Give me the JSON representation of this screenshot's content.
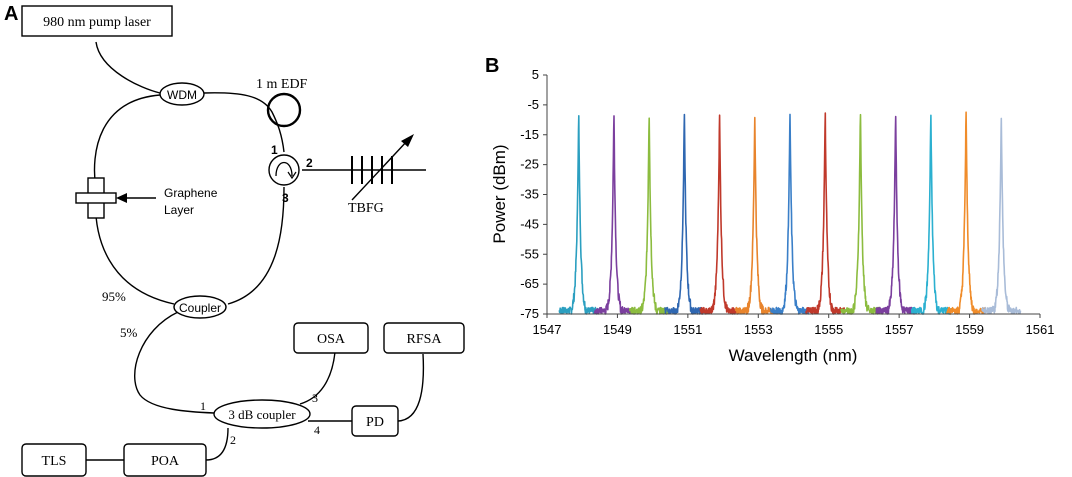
{
  "panel_a": {
    "panel_label": "A",
    "pump_laser": "980 nm pump laser",
    "wdm": "WDM",
    "edf": "1 m EDF",
    "graphene_line1": "Graphene",
    "graphene_line2": "Layer",
    "circulator_port1": "1",
    "circulator_port2": "2",
    "circulator_port3": "3",
    "tbfg": "TBFG",
    "coupler": "Coupler",
    "ratio_95": "95%",
    "ratio_5": "5%",
    "osa": "OSA",
    "rfsa": "RFSA",
    "three_db_coupler": "3 dB coupler",
    "coupler_port1": "1",
    "coupler_port2": "2",
    "coupler_port3": "3",
    "coupler_port4": "4",
    "pd": "PD",
    "tls": "TLS",
    "poa": "POA"
  },
  "panel_b": {
    "panel_label": "B"
  },
  "chart_data": {
    "type": "line",
    "title": "",
    "xlabel": "Wavelength (nm)",
    "ylabel": "Power  (dBm)",
    "xlim": [
      1547,
      1561
    ],
    "ylim": [
      -75,
      5
    ],
    "xticks": [
      "1547",
      "1549",
      "1551",
      "1553",
      "1555",
      "1557",
      "1559",
      "1561"
    ],
    "yticks": [
      "5",
      "-5",
      "-15",
      "-25",
      "-35",
      "-45",
      "-55",
      "-65",
      "-75"
    ],
    "grid": false,
    "legend": "none",
    "series": [
      {
        "peak_wavelength": 1547.9,
        "peak_power": -6.5,
        "color": "#2b9fc0"
      },
      {
        "peak_wavelength": 1548.9,
        "peak_power": -6.5,
        "color": "#7b3f9e"
      },
      {
        "peak_wavelength": 1549.9,
        "peak_power": -6.5,
        "color": "#8cbc3f"
      },
      {
        "peak_wavelength": 1550.9,
        "peak_power": -6.5,
        "color": "#2f67b1"
      },
      {
        "peak_wavelength": 1551.9,
        "peak_power": -6.5,
        "color": "#c0392b"
      },
      {
        "peak_wavelength": 1552.9,
        "peak_power": -6.5,
        "color": "#e8842c"
      },
      {
        "peak_wavelength": 1553.9,
        "peak_power": -5.5,
        "color": "#3a7fc8"
      },
      {
        "peak_wavelength": 1554.9,
        "peak_power": -5.5,
        "color": "#c0392b"
      },
      {
        "peak_wavelength": 1555.9,
        "peak_power": -5.5,
        "color": "#8cbc3f"
      },
      {
        "peak_wavelength": 1556.9,
        "peak_power": -6.5,
        "color": "#7b3f9e"
      },
      {
        "peak_wavelength": 1557.9,
        "peak_power": -6.5,
        "color": "#2bb0d0"
      },
      {
        "peak_wavelength": 1558.9,
        "peak_power": -5.5,
        "color": "#f08c2a"
      },
      {
        "peak_wavelength": 1559.9,
        "peak_power": -6.5,
        "color": "#a9bcd8"
      }
    ]
  }
}
